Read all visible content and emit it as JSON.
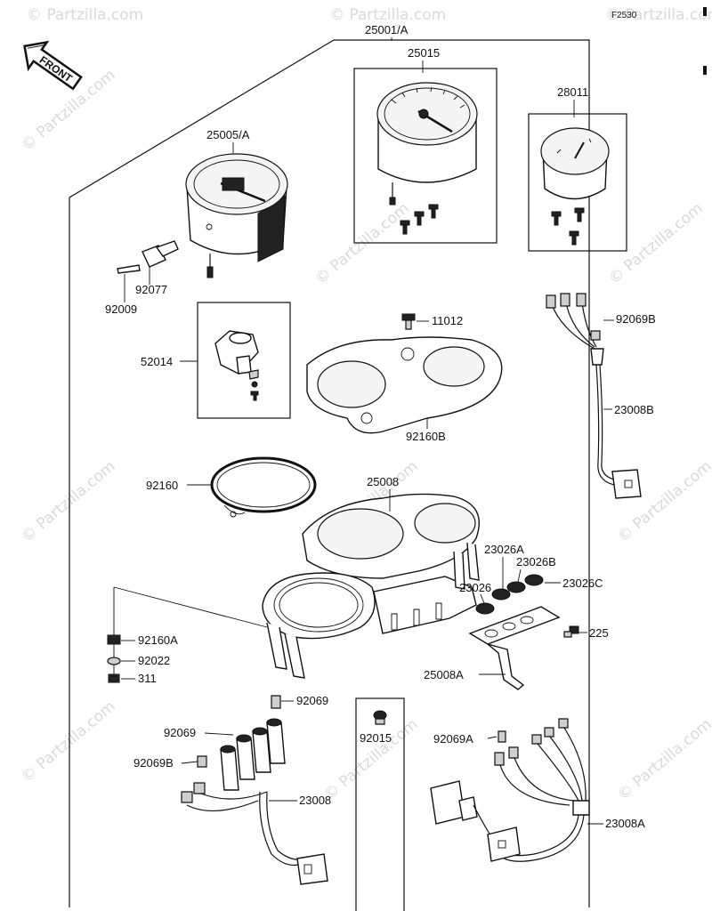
{
  "figure_code": "F2530",
  "front_label": "FRONT",
  "watermark": "© Partzilla.com",
  "parts": {
    "assembly": "25001/A",
    "tachometer": "25015",
    "temp_gauge": "28011",
    "speedometer": "25005/A",
    "screw_92009": "92009",
    "gear_92077": "92077",
    "gear_housing": "52014",
    "bolt_11012": "11012",
    "cover": "92160B",
    "ring": "92160",
    "bracket": "25008",
    "grommet_a": "23026A",
    "grommet_b": "23026B",
    "grommet_c": "23026C",
    "grommet": "23026",
    "indicator_bracket": "25008A",
    "screw_225": "225",
    "nut_92160a": "92160A",
    "washer_92022": "92022",
    "nut_311": "311",
    "bulb_92069_top": "92069",
    "bulb_92069_left": "92069",
    "bulb_92069b_left": "92069B",
    "bulb_92069a": "92069A",
    "bulb_92069b_right": "92069B",
    "socket_92015": "92015",
    "harness_23008": "23008",
    "harness_23008a": "23008A",
    "harness_23008b": "23008B"
  }
}
